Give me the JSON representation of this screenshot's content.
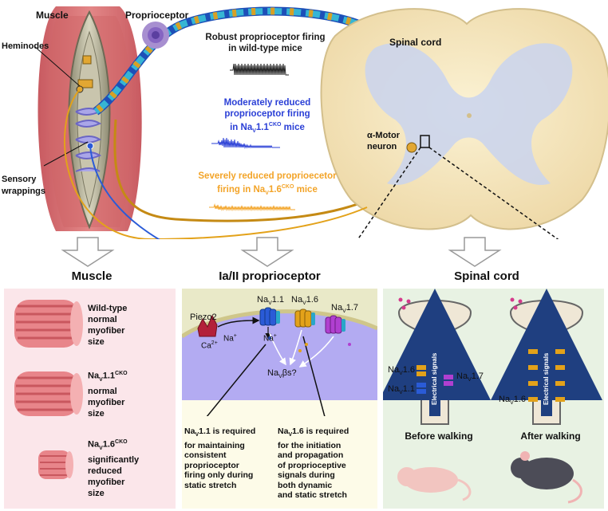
{
  "top": {
    "muscle_label": "Muscle",
    "heminodes_label": "Heminodes",
    "sensory_wrappings_label": "Sensory wrappings",
    "proprioceptor_label": "Proprioceptor",
    "spinal_cord_label": "Spinal cord",
    "motor_neuron_label": "α-Motor neuron",
    "firing": [
      {
        "text": "Robust proprioceptor firing in wild-type mice",
        "color": "#1a1a1a"
      },
      {
        "line1": "Moderately reduced",
        "line2": "proprioceptor firing",
        "prefix": "in Na",
        "sub": "V",
        "mid": "1.1",
        "sup": "CKO",
        "suffix": " mice",
        "color": "#2a3fd6"
      },
      {
        "line1": "Severely reduced proprioecetor",
        "prefix": "firing in Na",
        "sub": "V",
        "mid": "1.6",
        "sup": "CKO",
        "suffix": " mice",
        "color": "#f3a428"
      }
    ]
  },
  "headers": {
    "muscle": "Muscle",
    "proprioceptor": "Ia/II proprioceptor",
    "spinal_cord": "Spinal cord"
  },
  "muscle_panel": [
    {
      "l1": "Wild-type",
      "l2": "normal",
      "l3": "myofiber",
      "l4": "size"
    },
    {
      "na": "Na",
      "sub": "V",
      "num": "1.1",
      "sup": "CKO",
      "l2": "normal",
      "l3": "myofiber",
      "l4": "size"
    },
    {
      "na": "Na",
      "sub": "V",
      "num": "1.6",
      "sup": "CKO",
      "l2": "significantly",
      "l3": "reduced",
      "l4": "myofiber",
      "l5": "size"
    }
  ],
  "proprio_panel": {
    "piezo2": "Piezo2",
    "ca": "Ca",
    "ca_sup": "2+",
    "na_plus": "Na",
    "na_plus_sup": "+",
    "na_plus2": "Na",
    "nav11": {
      "a": "Na",
      "sub": "V",
      "b": "1.1"
    },
    "nav16": {
      "a": "Na",
      "sub": "V",
      "b": "1.6"
    },
    "nav17": {
      "a": "Na",
      "sub": "V",
      "b": "1.7"
    },
    "navbeta": {
      "a": "Na",
      "sub": "V",
      "b": "βs?"
    },
    "text_left": [
      "1.1 is required",
      "for maintaining",
      "consistent",
      "proprioceptor",
      "firing only during",
      "static stretch"
    ],
    "text_right": [
      "1.6 is required",
      "for the initiation",
      "and propagation",
      "of proprioceptive",
      "signals during",
      "both dynamic",
      "and static stretch"
    ],
    "na_prefix": "Na",
    "sub_v": "V"
  },
  "spinal_panel": {
    "electrical_signals": "Electrical signals",
    "before": "Before walking",
    "after": "After walking",
    "nav16": "1.6",
    "nav11": "1.1",
    "nav17": "1.7",
    "na": "Na",
    "v": "V"
  },
  "colors": {
    "blue": "#2a5bd7",
    "orange": "#e3a21a",
    "purple": "#b03fd0",
    "red": "#b3203a",
    "teal": "#29a6c9"
  }
}
